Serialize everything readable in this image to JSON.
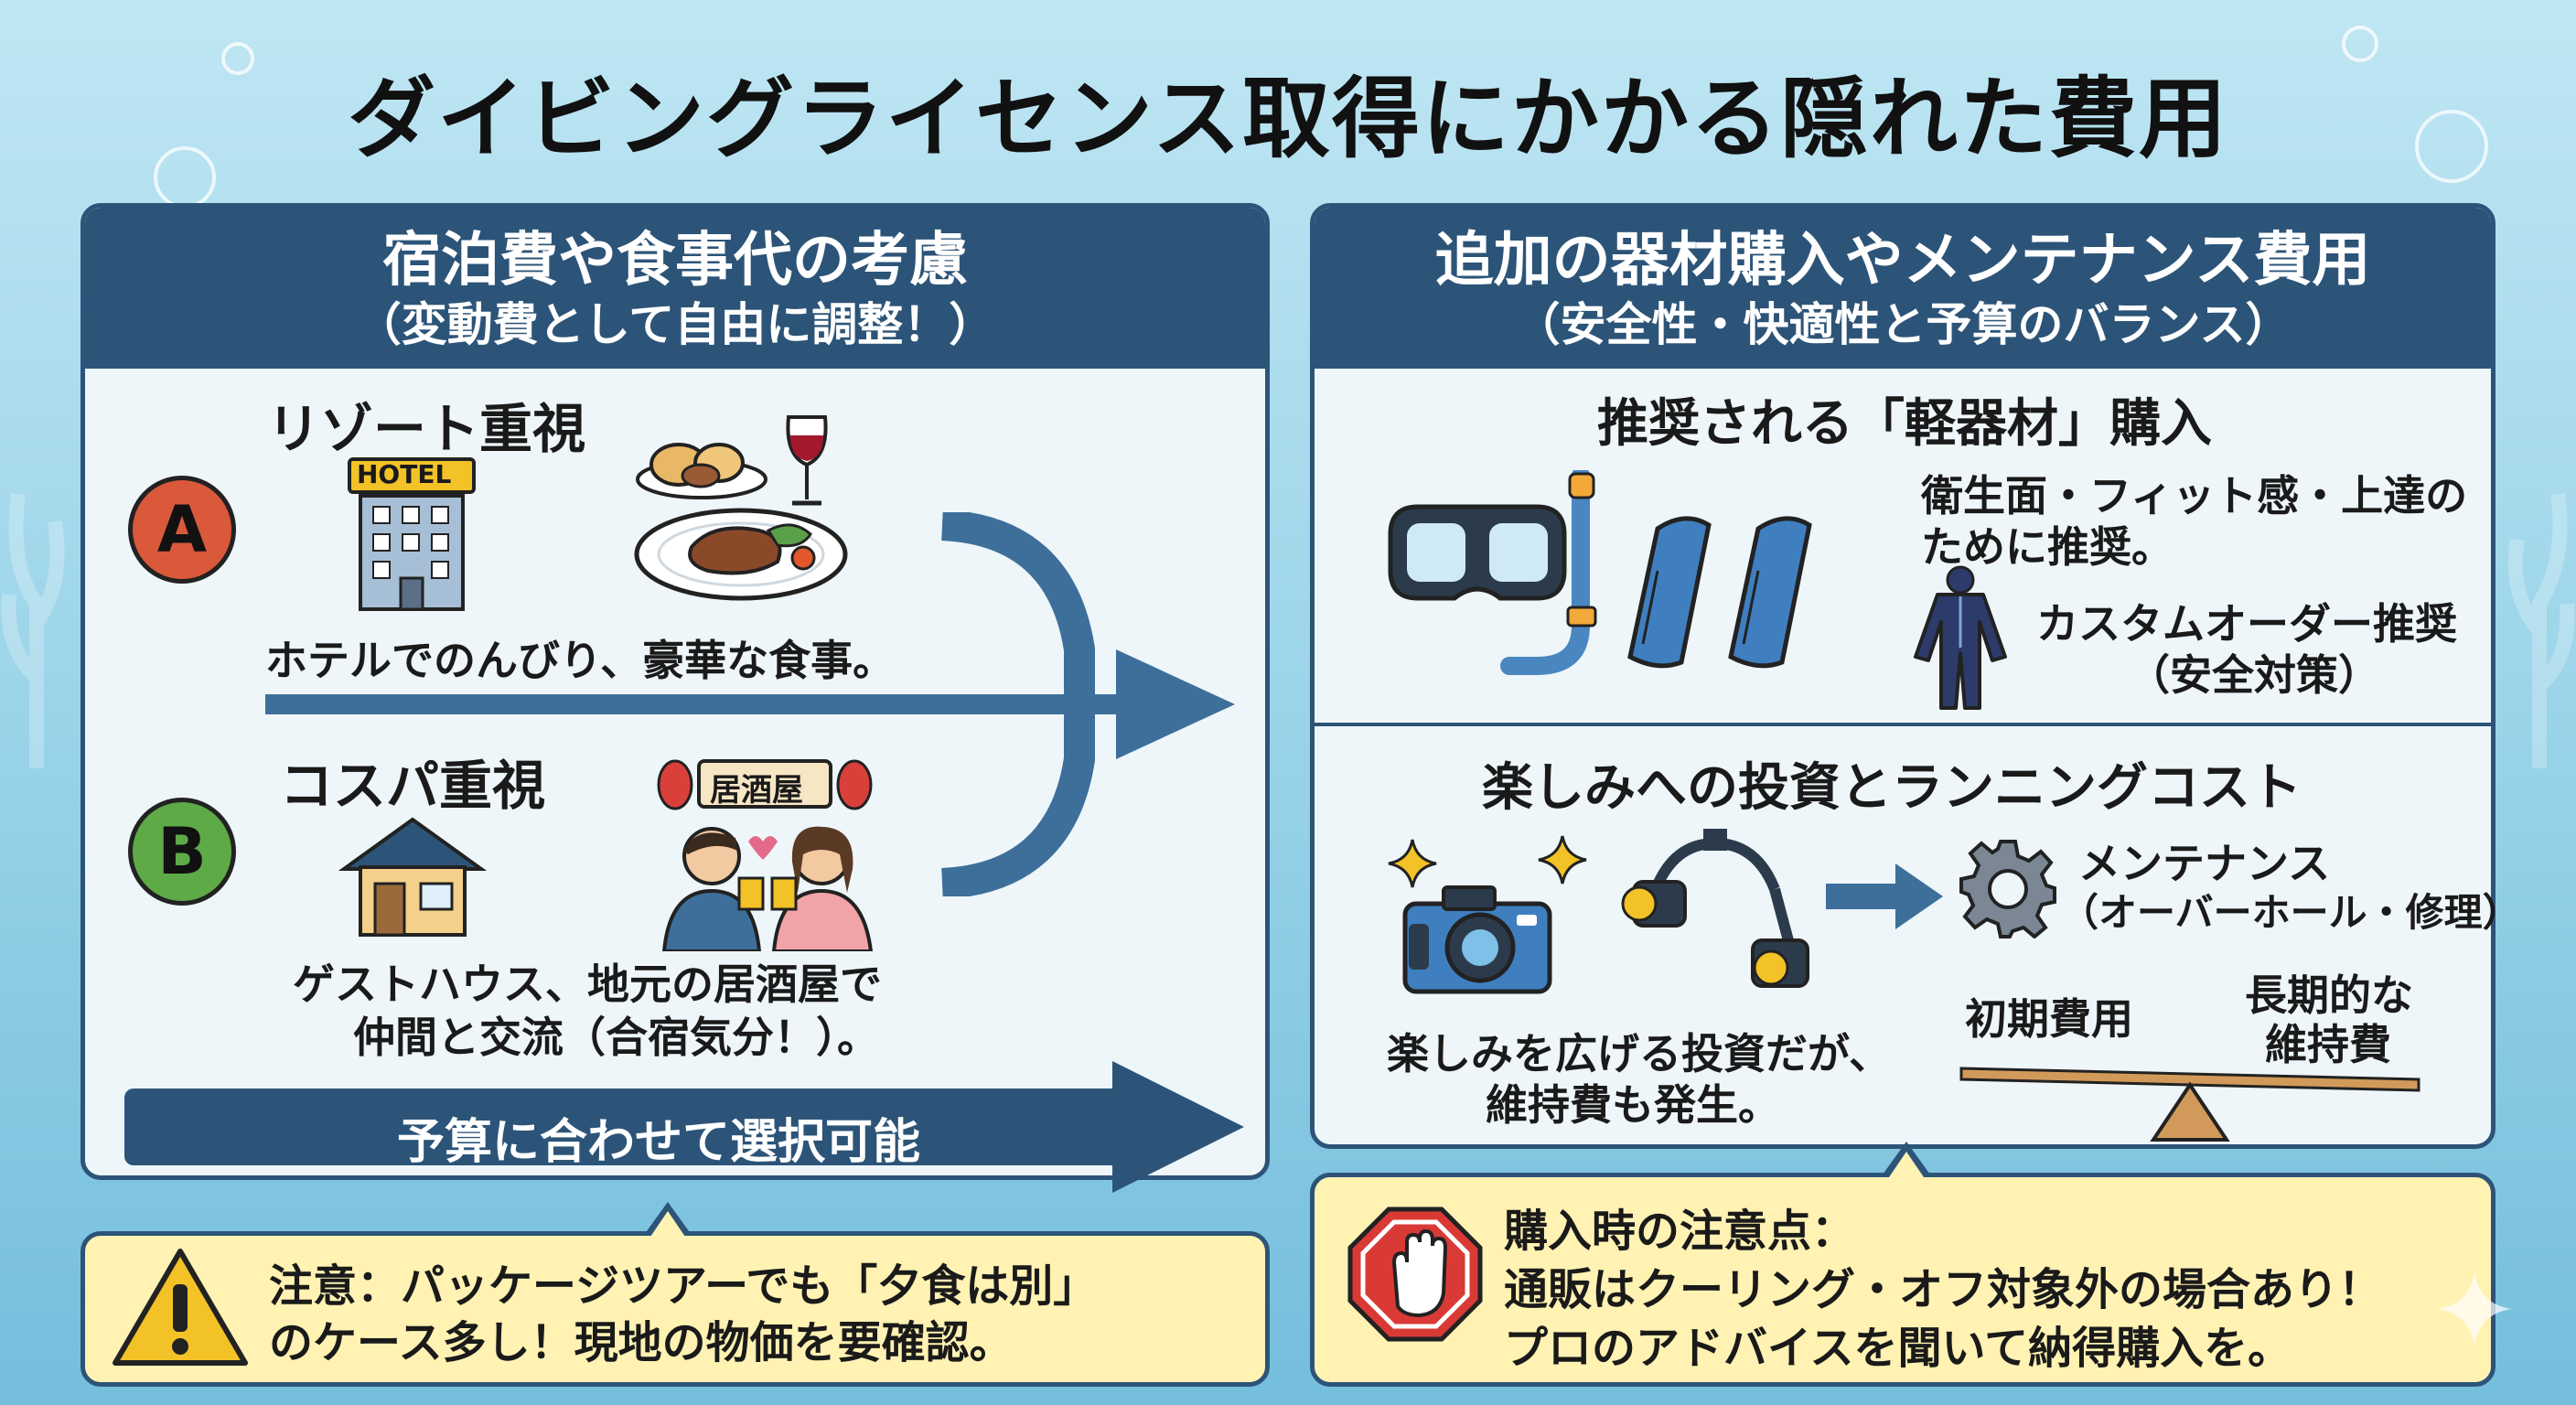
{
  "title": "ダイビングライセンス取得にかかる隠れた費用",
  "left": {
    "heading": "宿泊費や食事代の考慮",
    "subheading": "（変動費として自由に調整！）",
    "option_a": {
      "badge": "A",
      "label": "リゾート重視",
      "hotel_sign": "HOTEL",
      "caption": "ホテルでのんびり、豪華な食事。"
    },
    "option_b": {
      "badge": "B",
      "label": "コスパ重視",
      "izakaya_sign": "居酒屋",
      "caption_line1": "ゲストハウス、地元の居酒屋で",
      "caption_line2": "仲間と交流（合宿気分！）。"
    },
    "banner": "予算に合わせて選択可能",
    "note_line1": "注意：パッケージツアーでも「夕食は別」",
    "note_line2": "のケース多し！現地の物価を要確認。"
  },
  "right": {
    "heading": "追加の器材購入やメンテナンス費用",
    "subheading": "（安全性・快適性と予算のバランス）",
    "gear": {
      "title": "推奨される「軽器材」購入",
      "text_line1": "衛生面・フィット感・上達の",
      "text_line2": "ために推奨。",
      "custom_line1": "カスタムオーダー推奨",
      "custom_line2": "（安全対策）"
    },
    "running": {
      "title": "楽しみへの投資とランニングコスト",
      "maint_line1": "メンテナンス",
      "maint_line2": "（オーバーホール・修理）",
      "initial": "初期費用",
      "longterm_line1": "長期的な",
      "longterm_line2": "維持費",
      "caption_line1": "楽しみを広げる投資だが、",
      "caption_line2": "維持費も発生。"
    },
    "note_line1": "購入時の注意点：",
    "note_line2": "通販はクーリング・オフ対象外の場合あり！",
    "note_line3": "プロのアドバイスを聞いて納得購入を。"
  },
  "colors": {
    "navy": "#2c5478",
    "accent_blue": "#3d6f9a",
    "badge_a": "#d9593a",
    "badge_b": "#5daa47",
    "note_bg": "#fff2b3",
    "warning": "#f2c227",
    "stop": "#d93a36"
  },
  "icons": [
    "hotel-icon",
    "food-icon",
    "wine-icon",
    "steak-icon",
    "house-icon",
    "izakaya-icon",
    "friends-icon",
    "warning-icon",
    "mask-snorkel-icon",
    "fins-icon",
    "wetsuit-icon",
    "camera-icon",
    "dive-light-icon",
    "gear-icon",
    "seesaw-icon",
    "stop-hand-icon"
  ]
}
